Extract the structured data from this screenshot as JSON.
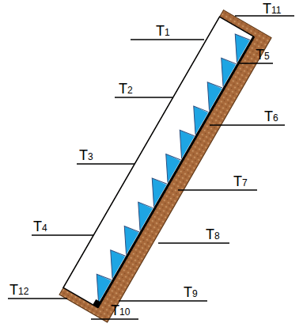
{
  "diagram": {
    "labels": [
      "T1",
      "T2",
      "T3",
      "T4",
      "T5",
      "T6",
      "T7",
      "T8",
      "T9",
      "T10",
      "T11",
      "T12"
    ]
  }
}
